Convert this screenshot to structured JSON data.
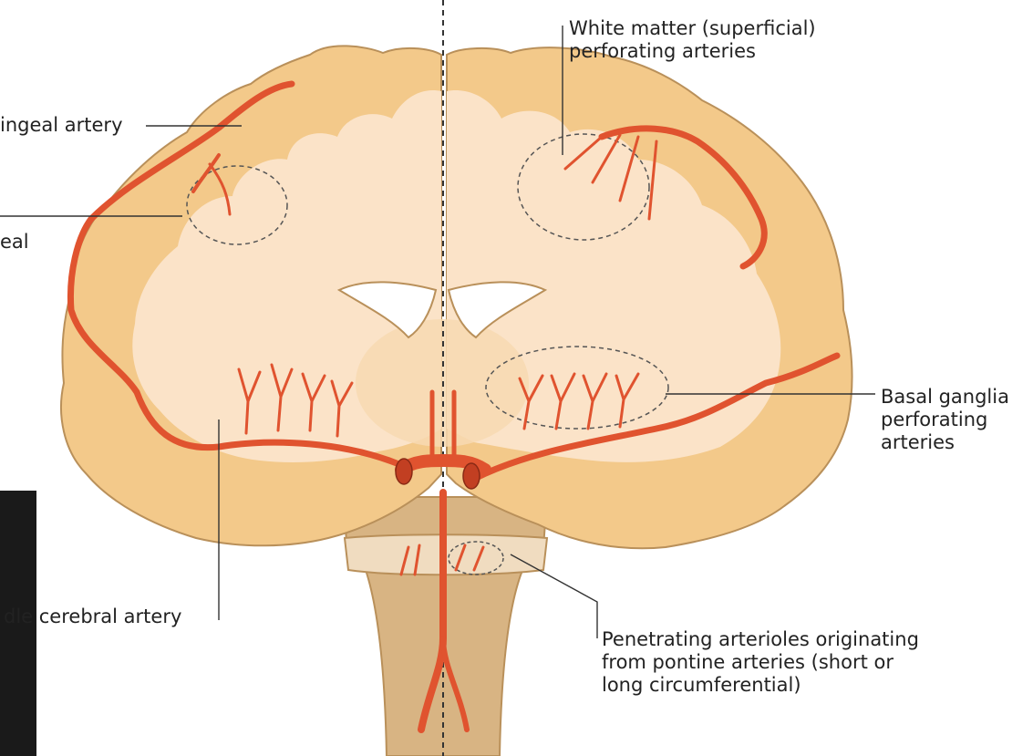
{
  "diagram": {
    "labels": {
      "meningeal_artery": "ingeal artery",
      "meningeal_partial": "eal",
      "middle_cerebral": "dle cerebral artery",
      "white_matter": "White matter (superficial)\nperforating arteries",
      "basal_ganglia": "Basal ganglia\nperforating\narteries",
      "penetrating": "Penetrating arterioles originating\nfrom pontine arteries (short or\nlong circumferential)"
    },
    "colors": {
      "cortex": "#f3c98a",
      "white_matter": "#fbe3c8",
      "artery": "#e0532f",
      "outline": "#b9905a",
      "brainstem": "#d8b483",
      "ventricle": "#ffffff",
      "leader_line": "#333333",
      "photo_strip": "#1a1a1a"
    }
  }
}
